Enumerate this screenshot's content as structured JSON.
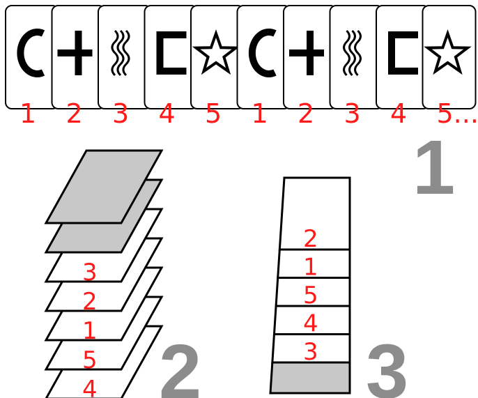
{
  "row": {
    "cards": [
      {
        "symbol": "c-shape-icon",
        "label": "1"
      },
      {
        "symbol": "plus-shape-icon",
        "label": "2"
      },
      {
        "symbol": "wavy-lines-icon",
        "label": "3"
      },
      {
        "symbol": "square-bracket-icon",
        "label": "4"
      },
      {
        "symbol": "star-icon",
        "label": "5"
      },
      {
        "symbol": "c-shape-icon",
        "label": "1"
      },
      {
        "symbol": "plus-shape-icon",
        "label": "2"
      },
      {
        "symbol": "wavy-lines-icon",
        "label": "3"
      },
      {
        "symbol": "square-bracket-icon",
        "label": "4"
      },
      {
        "symbol": "star-icon",
        "label": "5..."
      }
    ]
  },
  "step1": "1",
  "step2": "2",
  "step3": "3",
  "stack_left": {
    "sheets": [
      {
        "label": "",
        "shaded": true
      },
      {
        "label": "",
        "shaded": true
      },
      {
        "label": "3",
        "shaded": false
      },
      {
        "label": "2",
        "shaded": false
      },
      {
        "label": "1",
        "shaded": false
      },
      {
        "label": "5",
        "shaded": false
      },
      {
        "label": "4",
        "shaded": false
      }
    ]
  },
  "stack_right": {
    "blocks": [
      {
        "label": "2",
        "shaded": false
      },
      {
        "label": "1",
        "shaded": false
      },
      {
        "label": "5",
        "shaded": false
      },
      {
        "label": "4",
        "shaded": false
      },
      {
        "label": "3",
        "shaded": false
      },
      {
        "label": "",
        "shaded": true
      }
    ]
  },
  "colors": {
    "label": "#ff1a1a",
    "step": "#8c8c8c",
    "shade": "#c8c8c8",
    "ink": "#000000"
  }
}
